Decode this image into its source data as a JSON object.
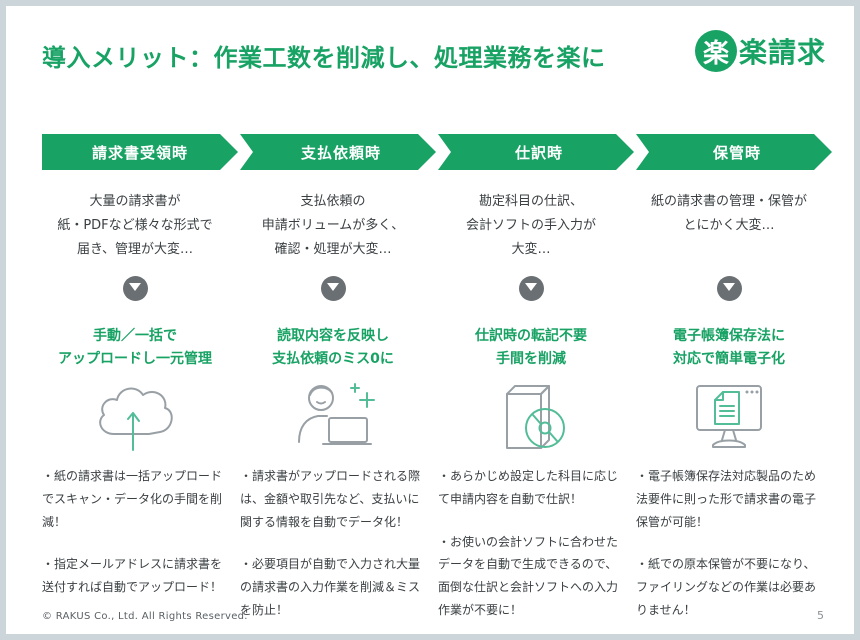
{
  "slide": {
    "title": "導入メリット：作業工数を削減し、処理業務を楽に",
    "logo": {
      "badge": "楽",
      "name": "楽請求"
    },
    "columns": [
      {
        "header": "請求書受領時",
        "problem": "大量の請求書が\n紙・PDFなど様々な形式で\n届き、管理が大変…",
        "benefit": "手動／一括で\nアップロードし一元管理",
        "icon": "cloud-upload-icon",
        "bullets": [
          "・紙の請求書は一括アップロードでスキャン・データ化の手間を削減！",
          "・指定メールアドレスに請求書を送付すれば自動でアップロード！"
        ]
      },
      {
        "header": "支払依頼時",
        "problem": "支払依頼の\n申請ボリュームが多く、\n確認・処理が大変…",
        "benefit": "読取内容を反映し\n支払依頼のミス0に",
        "icon": "operator-laptop-icon",
        "bullets": [
          "・請求書がアップロードされる際は、金額や取引先など、支払いに関する情報を自動でデータ化！",
          "・必要項目が自動で入力され大量の請求書の入力作業を削減＆ミスを防止！"
        ]
      },
      {
        "header": "仕訳時",
        "problem": "勘定科目の仕訳、\n会計ソフトの手入力が\n大変…",
        "benefit": "仕訳時の転記不要\n手間を削減",
        "icon": "software-package-icon",
        "bullets": [
          "・あらかじめ設定した科目に応じて申請内容を自動で仕訳！",
          "・お使いの会計ソフトに合わせたデータを自動で生成できるので、面倒な仕訳と会計ソフトへの入力作業が不要に！"
        ]
      },
      {
        "header": "保管時",
        "problem": "紙の請求書の管理・保管が\nとにかく大変…",
        "benefit": "電子帳簿保存法に\n対応で簡単電子化",
        "icon": "monitor-document-icon",
        "bullets": [
          "・電子帳簿保存法対応製品のため法要件に則った形で請求書の電子保管が可能！",
          "・紙での原本保管が不要になり、ファイリングなどの作業は必要ありません！"
        ]
      }
    ],
    "footer": {
      "copyright": "© RAKUS Co., Ltd. All Rights Reserved.",
      "page": "5"
    },
    "colors": {
      "green": "#18A264",
      "icon_green": "#53BD98",
      "icon_gray": "#98A0A6",
      "dark": "#3B4043"
    }
  }
}
